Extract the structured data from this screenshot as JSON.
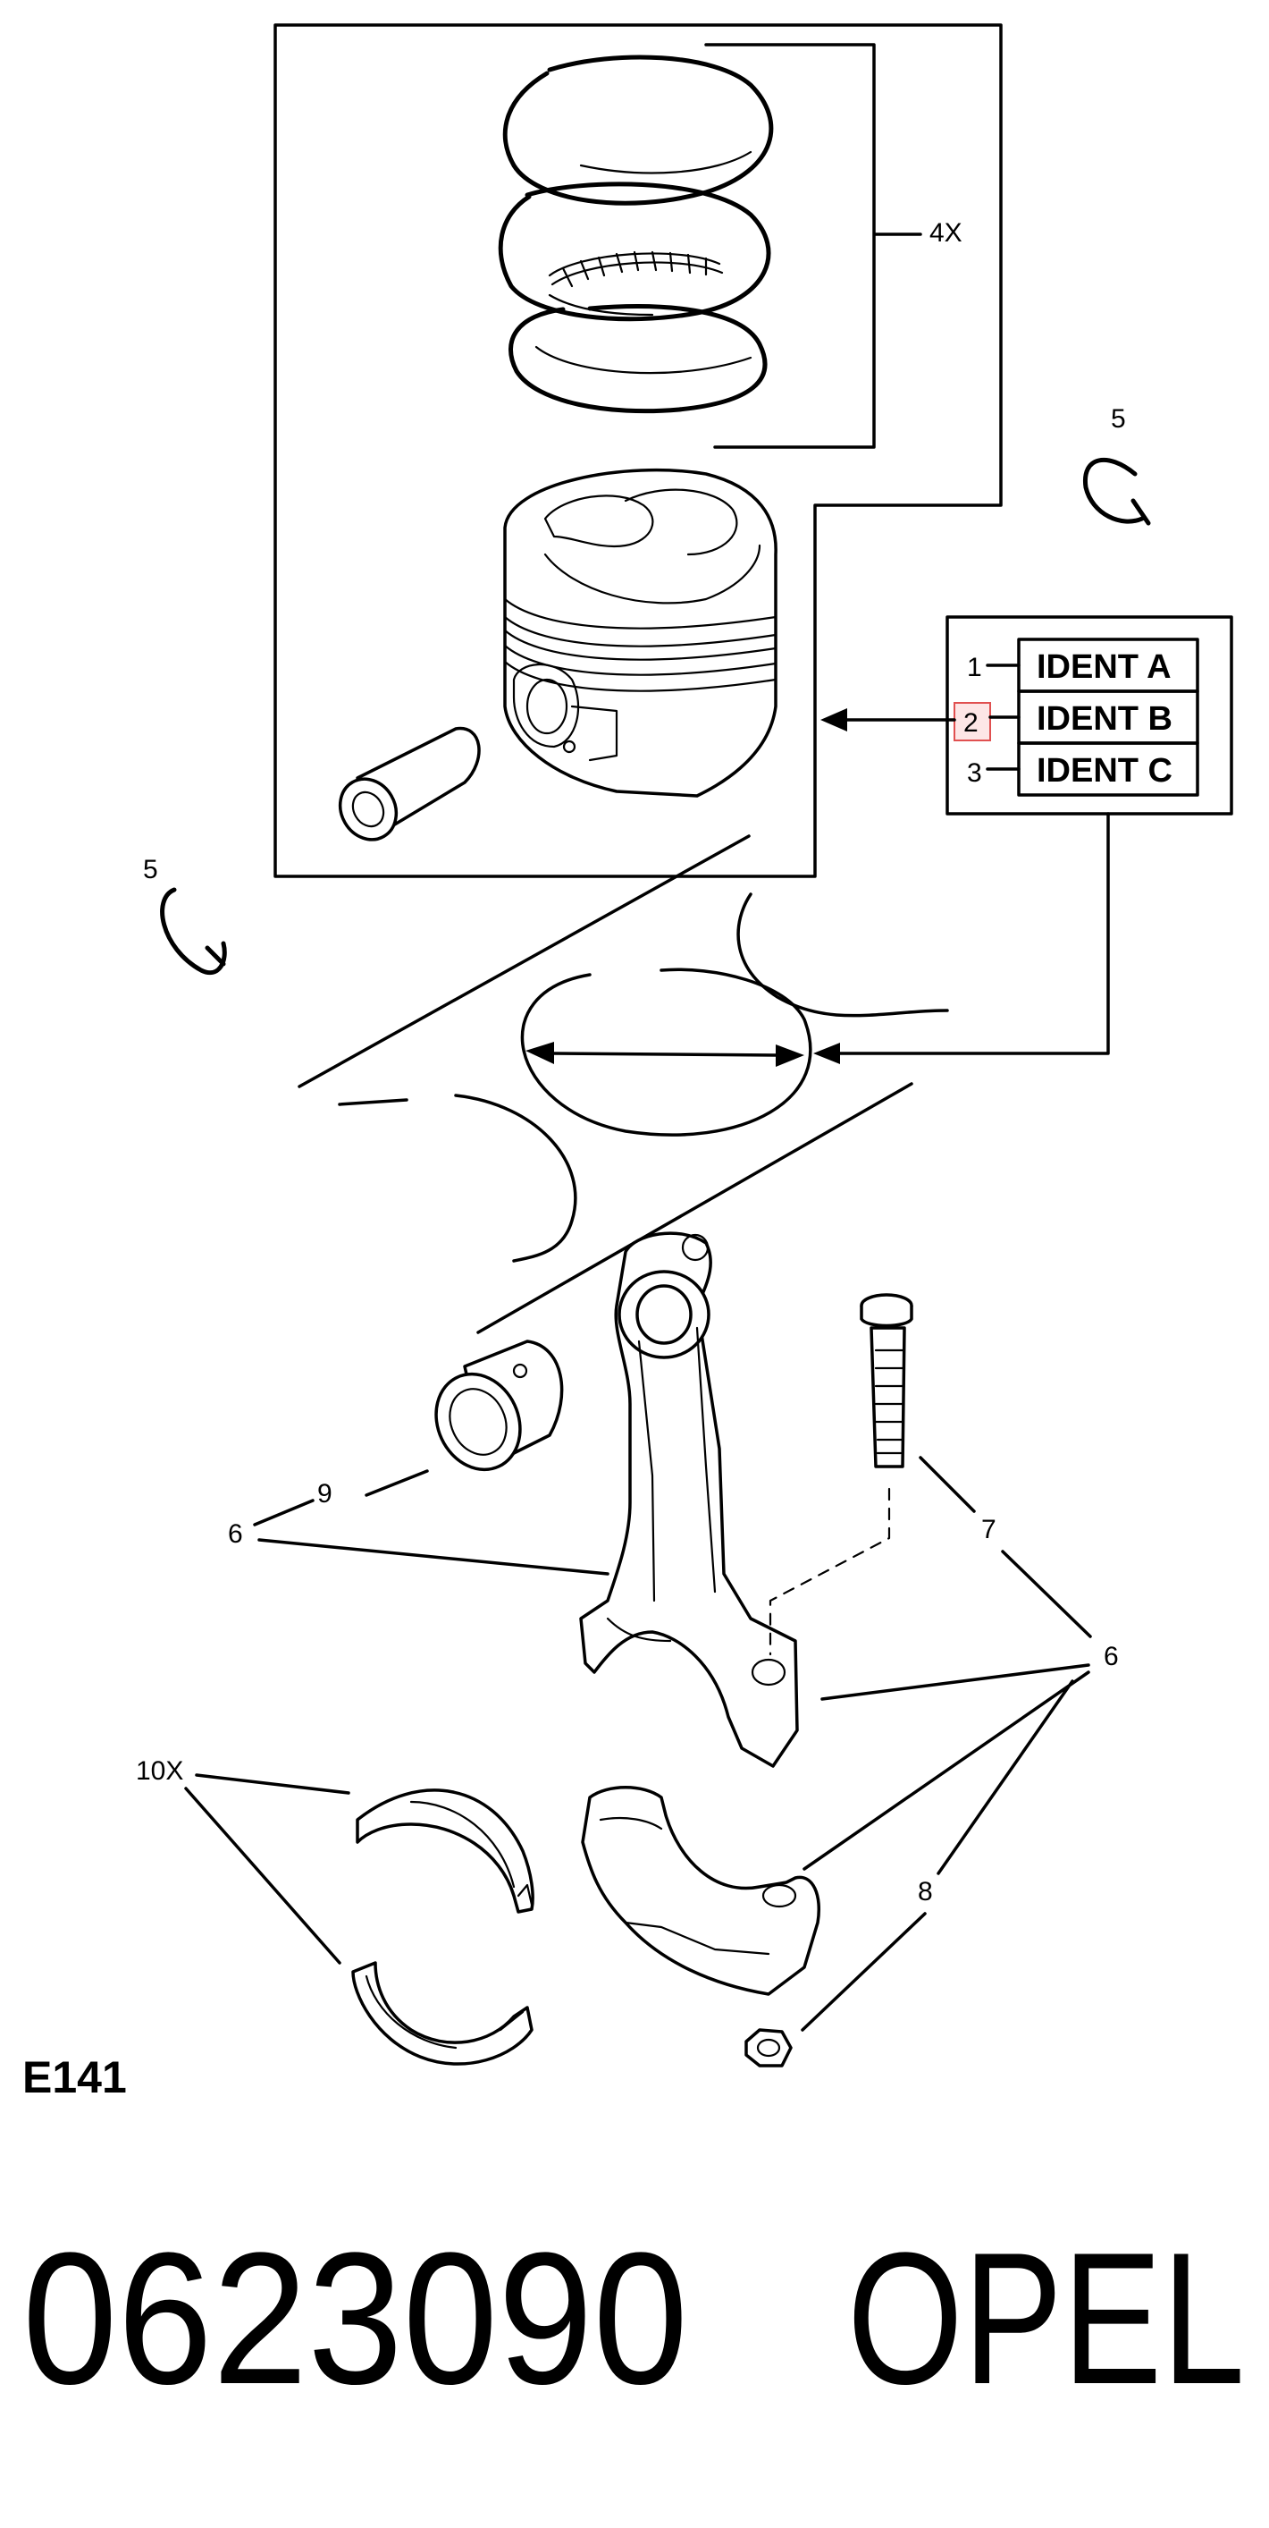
{
  "callouts": {
    "rings_qty": "4X",
    "circlip_top": "5",
    "circlip_left": "5",
    "ident_num_1": "1",
    "ident_num_2": "2",
    "ident_num_3": "3",
    "bolt": "7",
    "conrod_left": "6",
    "conrod_right": "6",
    "pin": "9",
    "nut": "8",
    "bearings_qty": "10X"
  },
  "ident_table": {
    "row_a": "IDENT A",
    "row_b": "IDENT B",
    "row_c": "IDENT C"
  },
  "figure_code": "E141",
  "part_number": "0623090",
  "brand": "OPEL",
  "colors": {
    "line": "#000000",
    "highlight_border": "#e05050",
    "highlight_fill": "#fde6e6"
  }
}
